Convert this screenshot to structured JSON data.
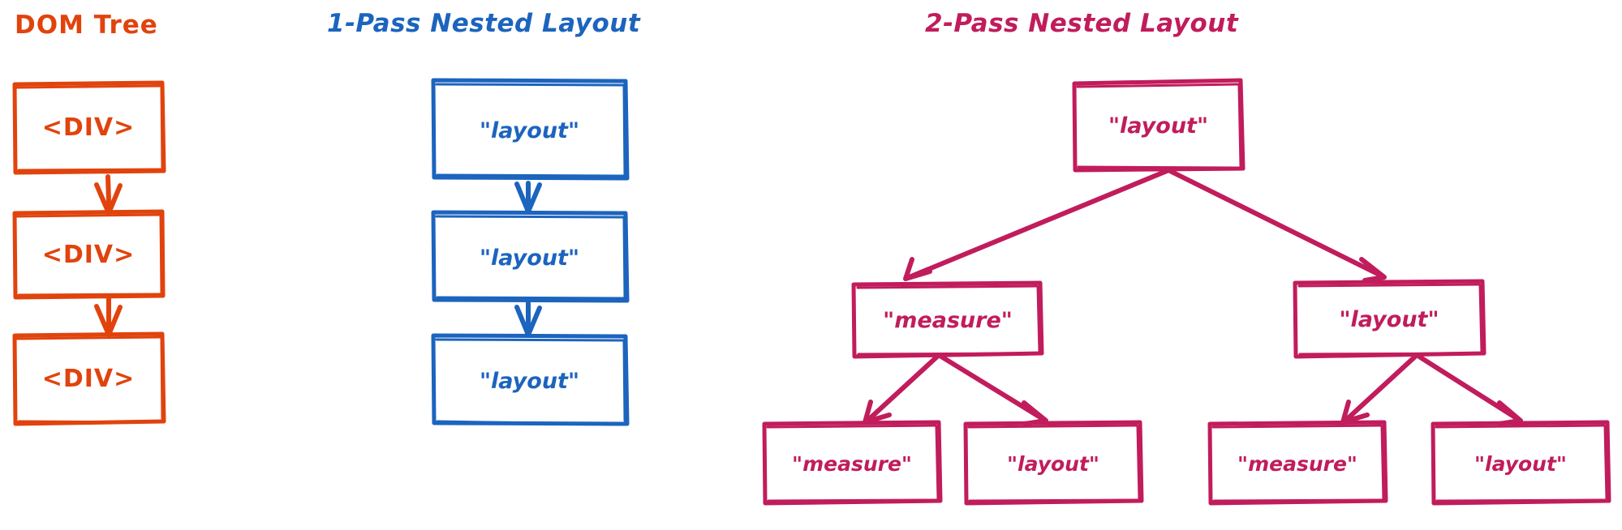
{
  "diagram": {
    "title_dom": "DOM Tree",
    "title_1pass": "1-Pass Nested Layout",
    "title_2pass": "2-Pass Nested Layout",
    "colors": {
      "dom_orange": "#E1430D",
      "onepass_blue": "#1C64BE",
      "twopass_pink": "#C11C5C",
      "background": "#FFFFFF"
    },
    "columns": [
      {
        "name": "dom-tree",
        "title": "DOM Tree",
        "color": "#E1430D",
        "layout": "vertical-chain",
        "nodes": [
          {
            "id": "dom-1",
            "label": "<DIV>"
          },
          {
            "id": "dom-2",
            "label": "<DIV>"
          },
          {
            "id": "dom-3",
            "label": "<DIV>"
          }
        ],
        "edges": [
          {
            "from": "dom-1",
            "to": "dom-2"
          },
          {
            "from": "dom-2",
            "to": "dom-3"
          }
        ]
      },
      {
        "name": "one-pass-nested-layout",
        "title": "1-Pass Nested Layout",
        "color": "#1C64BE",
        "layout": "vertical-chain",
        "nodes": [
          {
            "id": "one-1",
            "label": "\"layout\""
          },
          {
            "id": "one-2",
            "label": "\"layout\""
          },
          {
            "id": "one-3",
            "label": "\"layout\""
          }
        ],
        "edges": [
          {
            "from": "one-1",
            "to": "one-2"
          },
          {
            "from": "one-2",
            "to": "one-3"
          }
        ]
      },
      {
        "name": "two-pass-nested-layout",
        "title": "2-Pass Nested Layout",
        "color": "#C11C5C",
        "layout": "binary-tree",
        "nodes": [
          {
            "id": "two-root",
            "label": "\"layout\"",
            "level": 0
          },
          {
            "id": "two-l1",
            "label": "\"measure\"",
            "level": 1
          },
          {
            "id": "two-r1",
            "label": "\"layout\"",
            "level": 1
          },
          {
            "id": "two-ll2",
            "label": "\"measure\"",
            "level": 2
          },
          {
            "id": "two-lr2",
            "label": "\"layout\"",
            "level": 2
          },
          {
            "id": "two-rl2",
            "label": "\"measure\"",
            "level": 2
          },
          {
            "id": "two-rr2",
            "label": "\"layout\"",
            "level": 2
          }
        ],
        "edges": [
          {
            "from": "two-root",
            "to": "two-l1"
          },
          {
            "from": "two-root",
            "to": "two-r1"
          },
          {
            "from": "two-l1",
            "to": "two-ll2"
          },
          {
            "from": "two-l1",
            "to": "two-lr2"
          },
          {
            "from": "two-r1",
            "to": "two-rl2"
          },
          {
            "from": "two-r1",
            "to": "two-rr2"
          }
        ]
      }
    ]
  }
}
